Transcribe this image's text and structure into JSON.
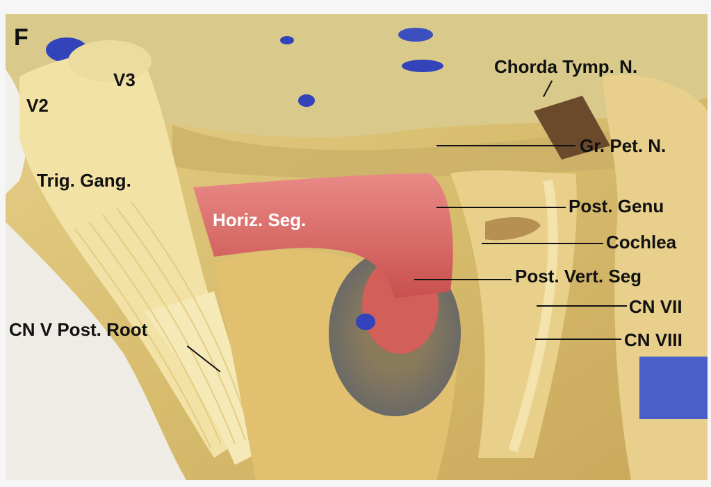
{
  "figure": {
    "panel_letter": "F",
    "labels": {
      "v2": "V2",
      "v3": "V3",
      "trig_gang": "Trig. Gang.",
      "horiz_seg": "Horiz. Seg.",
      "cn_v_post_root": "CN V Post. Root",
      "chorda_tymp": "Chorda Tymp. N.",
      "gr_pet": "Gr. Pet. N.",
      "post_genu": "Post. Genu",
      "cochlea": "Cochlea",
      "post_vert_seg": "Post. Vert. Seg",
      "cn_vii": "CN VII",
      "cn_viii": "CN VIII"
    }
  }
}
